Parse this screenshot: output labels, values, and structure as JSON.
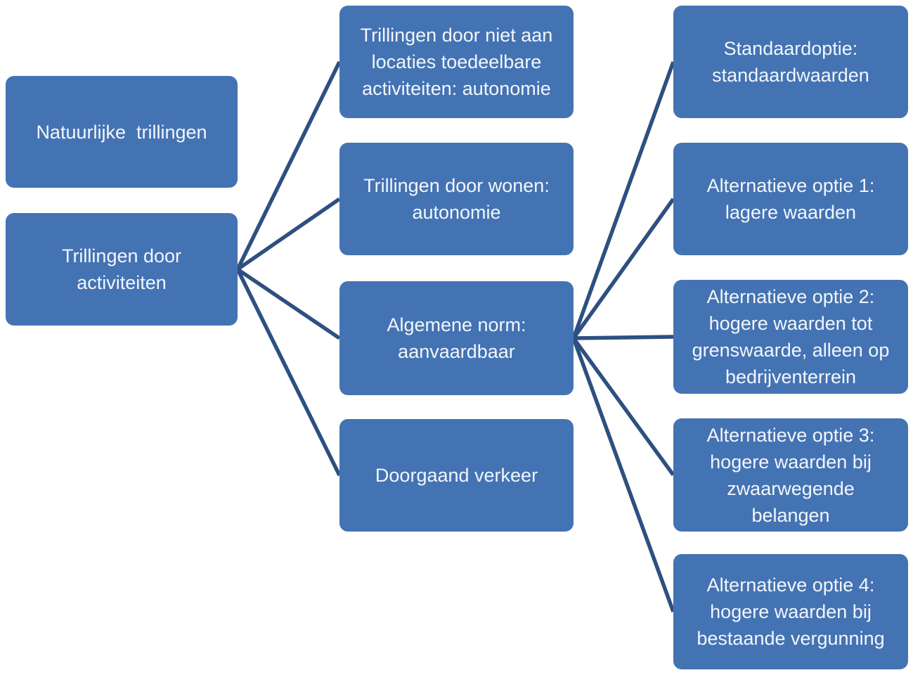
{
  "diagram": {
    "background_color": "#ffffff",
    "node_fill_color": "#4473b3",
    "node_text_color": "#f2f6fb",
    "connector_color": "#2e5080",
    "nodes": [
      {
        "id": "natuurlijke-trillingen",
        "label": "Natuurlijke  trillingen"
      },
      {
        "id": "trillingen-door-activiteiten",
        "label": "Trillingen door\nactiviteiten"
      },
      {
        "id": "niet-aan-locaties-toedeelbaar",
        "label": "Trillingen door niet aan\nlocaties toedeelbare\nactiviteiten: autonomie"
      },
      {
        "id": "trillingen-door-wonen",
        "label": "Trillingen door wonen:\nautonomie"
      },
      {
        "id": "algemene-norm",
        "label": "Algemene norm:\naanvaardbaar"
      },
      {
        "id": "doorgaand-verkeer",
        "label": "Doorgaand verkeer"
      },
      {
        "id": "standaardoptie",
        "label": "Standaardoptie:\nstandaardwaarden"
      },
      {
        "id": "alternatieve-optie-1",
        "label": "Alternatieve optie 1:\nlagere waarden"
      },
      {
        "id": "alternatieve-optie-2",
        "label": "Alternatieve optie 2:\nhogere waarden tot\ngrenswaarde, alleen op\nbedrijventerrein"
      },
      {
        "id": "alternatieve-optie-3",
        "label": "Alternatieve optie 3:\nhogere waarden bij\nzwaarwegende\nbelangen"
      },
      {
        "id": "alternatieve-optie-4",
        "label": "Alternatieve optie 4:\nhogere waarden bij\nbestaande vergunning"
      }
    ],
    "edges": [
      {
        "from": "trillingen-door-activiteiten",
        "to": "niet-aan-locaties-toedeelbaar"
      },
      {
        "from": "trillingen-door-activiteiten",
        "to": "trillingen-door-wonen"
      },
      {
        "from": "trillingen-door-activiteiten",
        "to": "algemene-norm"
      },
      {
        "from": "trillingen-door-activiteiten",
        "to": "doorgaand-verkeer"
      },
      {
        "from": "algemene-norm",
        "to": "standaardoptie"
      },
      {
        "from": "algemene-norm",
        "to": "alternatieve-optie-1"
      },
      {
        "from": "algemene-norm",
        "to": "alternatieve-optie-2"
      },
      {
        "from": "algemene-norm",
        "to": "alternatieve-optie-3"
      },
      {
        "from": "algemene-norm",
        "to": "alternatieve-optie-4"
      }
    ]
  }
}
